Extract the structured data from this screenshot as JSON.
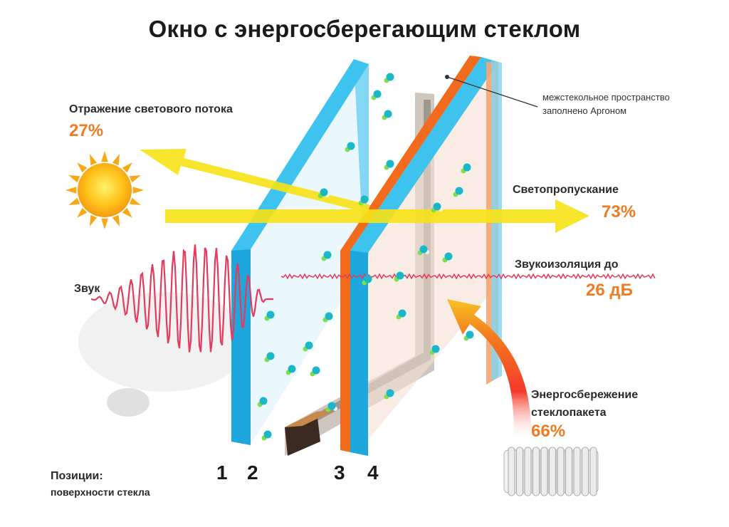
{
  "title": "Окно с энергосберегающим стеклом",
  "reflection": {
    "label": "Отражение светового потока",
    "value": "27%"
  },
  "transmission": {
    "label": "Светопропускание",
    "value": "73%"
  },
  "sound": {
    "label": "Звук"
  },
  "soundproof": {
    "label": "Звукоизоляция до",
    "value": "26 дБ"
  },
  "argon": {
    "line1": "межстекольное пространство",
    "line2": "заполнено Аргоном"
  },
  "energy": {
    "line1": "Энергосбережение",
    "line2": "стеклопакета",
    "value": "66%"
  },
  "positions": {
    "line1": "Позиции:",
    "line2": "поверхности стекла",
    "numbers": [
      "1",
      "2",
      "3",
      "4"
    ]
  },
  "colors": {
    "accent": "#f07b22",
    "glass": "#3ec3ee",
    "coating": "#f26b1d",
    "light_arrow": "#f6e21a",
    "sound_wave": "#e33b5c"
  }
}
